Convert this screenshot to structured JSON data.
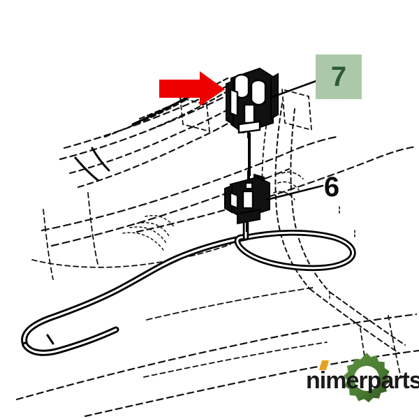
{
  "diagram": {
    "type": "technical-parts-exploded-view",
    "background_color": "#ffffff",
    "line_color": "#000000",
    "callouts": [
      {
        "id": "7",
        "label": "7",
        "highlighted": true,
        "highlight_color": "#abc9a8",
        "label_color": "#2d5a34",
        "part": "upper-connector-housing"
      },
      {
        "id": "6",
        "label": "6",
        "highlighted": false,
        "label_color": "#0a0a0a",
        "part": "lower-connector-housing"
      }
    ],
    "arrow": {
      "name": "red-pointer-arrow",
      "color": "#ee0000",
      "direction": "right",
      "points_to": "7"
    },
    "parts": [
      {
        "name": "upper-connector",
        "callout": "7"
      },
      {
        "name": "lower-connector",
        "callout": "6"
      },
      {
        "name": "wire-harness-loop",
        "callout": ""
      }
    ]
  },
  "watermark": {
    "text": "nimerparts",
    "icon": "gear-icon",
    "gear_color": "#4b7d33",
    "gear_color_dark": "#2f5320",
    "accent_color": "#e8a020",
    "text_color": "#1a1a1a"
  }
}
